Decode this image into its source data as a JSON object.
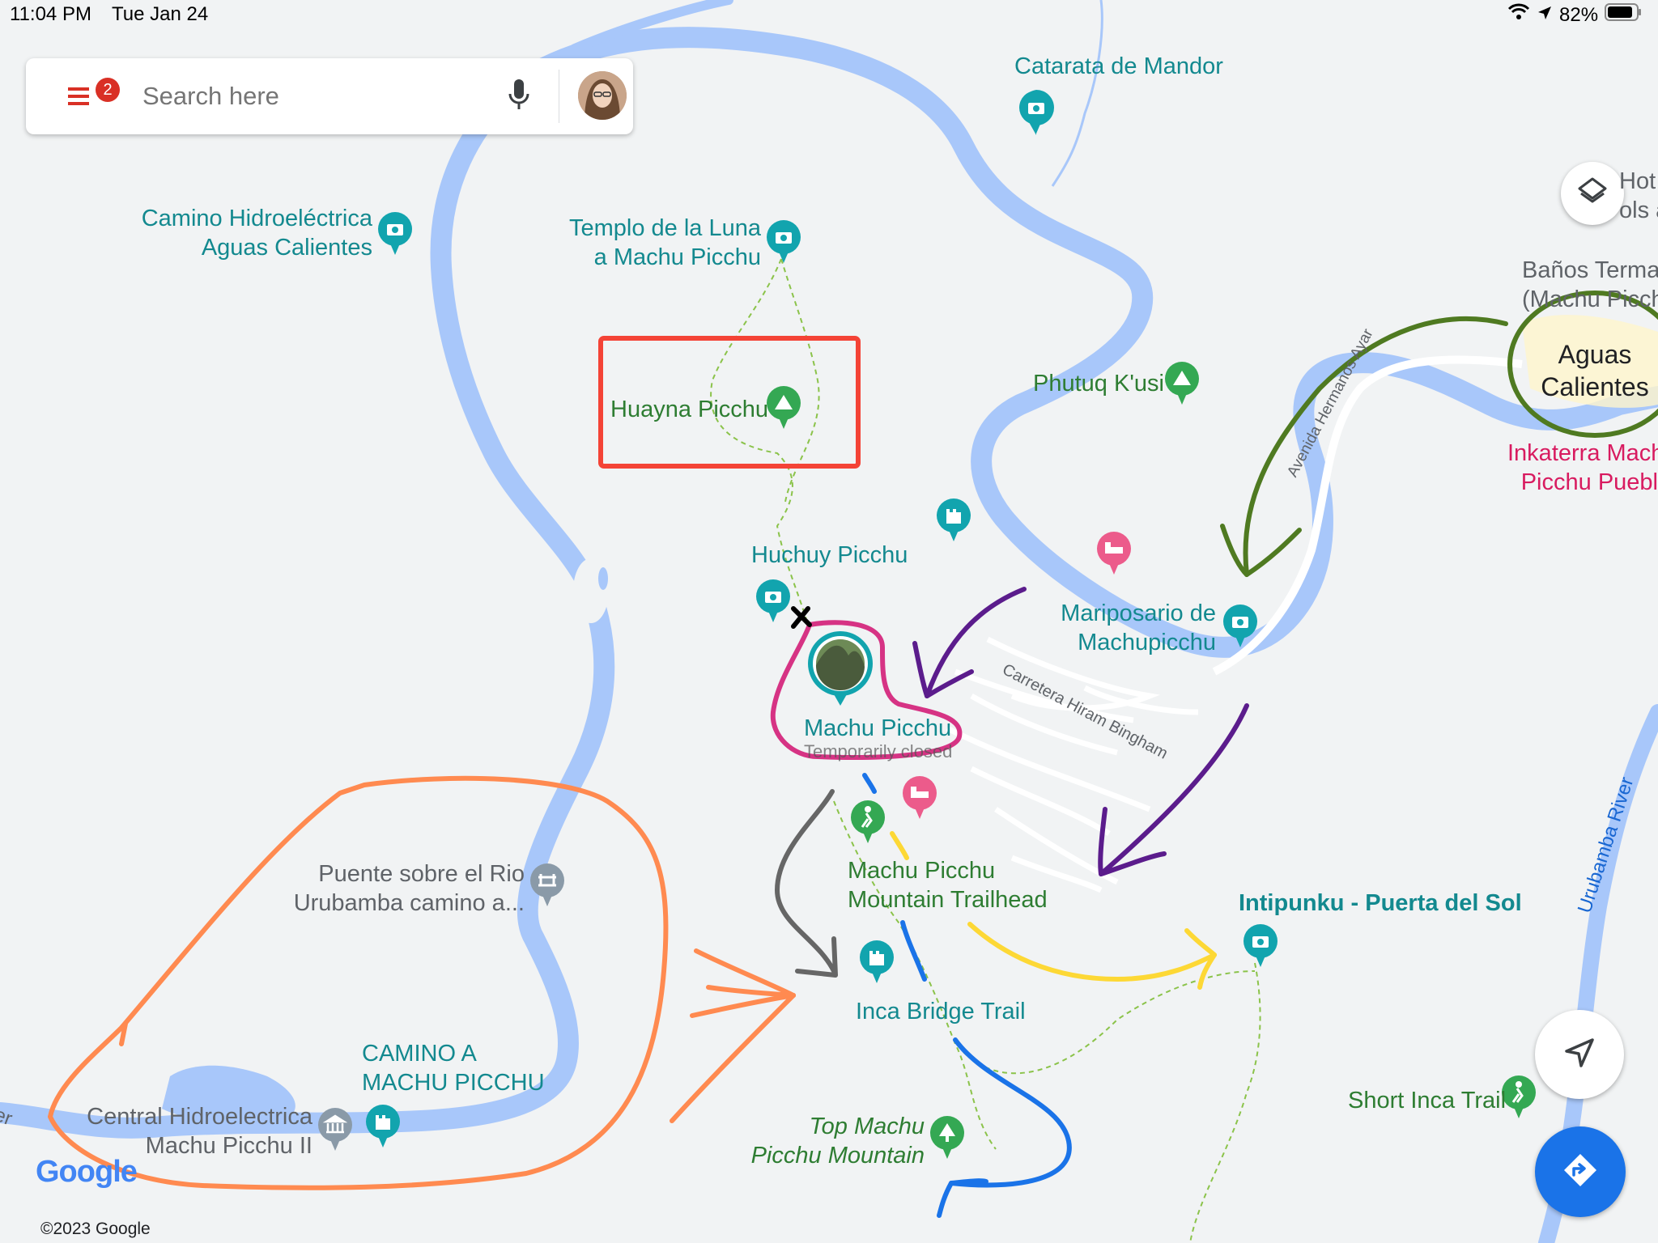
{
  "status_bar": {
    "time": "11:04 PM",
    "date": "Tue Jan 24",
    "battery": "82%"
  },
  "search": {
    "placeholder": "Search here",
    "badge_count": "2"
  },
  "colors": {
    "water": "#a8c7fa",
    "teal": "#13898f",
    "green": "#2e7d32",
    "pink": "#d81b60",
    "directions": "#1a73e8"
  },
  "places": {
    "catarata": "Catarata de Mandor",
    "camino_hidro_1": "Camino Hidroeléctrica",
    "camino_hidro_2": "Aguas Calientes",
    "templo_1": "Templo de la Luna",
    "templo_2": "a Machu Picchu",
    "huayna": "Huayna Picchu",
    "phutuq": "Phutuq K'usi",
    "huchuy": "Huchuy Picchu",
    "mariposario_1": "Mariposario de",
    "mariposario_2": "Machupicchu",
    "machu": "Machu Picchu",
    "machu_status": "Temporarily closed",
    "trailhead_1": "Machu Picchu",
    "trailhead_2": "Mountain Trailhead",
    "intipunku": "Intipunku - Puerta del Sol",
    "inca_bridge": "Inca Bridge Trail",
    "puente_1": "Puente sobre el Rio",
    "puente_2": "Urubamba camino a...",
    "camino_mp_1": "CAMINO A",
    "camino_mp_2": "MACHU PICCHU",
    "central_1": "Central Hidroelectrica",
    "central_2": "Machu Picchu II",
    "top_machu_1": "Top Machu",
    "top_machu_2": "Picchu Mountain",
    "short_inca": "Short Inca Trail",
    "banos_1": "Baños Termal",
    "banos_2": "(Machu Picch",
    "hot_1": "Hot S",
    "hot_2": "ols a",
    "aguas_1": "Aguas",
    "aguas_2": "Calientes",
    "inkaterra_1": "Inkaterra Mach",
    "inkaterra_2": "Picchu Puebl"
  },
  "roads": {
    "avenida": "Avenida Hermanos Ayar",
    "carretera": "Carretera Hiram Bingham",
    "river": "Urubamba River",
    "edge_fragment": "er"
  },
  "footer": {
    "logo": "Google",
    "copyright": "©2023 Google"
  },
  "icons": [
    "menu-icon",
    "microphone-icon",
    "avatar",
    "layers-icon",
    "navigation-arrow-icon",
    "directions-icon",
    "camera-pin-icon",
    "mountain-pin-icon",
    "castle-pin-icon",
    "hotel-pin-icon",
    "hiker-pin-icon",
    "museum-pin-icon",
    "bridge-pin-icon",
    "tree-pin-icon"
  ]
}
